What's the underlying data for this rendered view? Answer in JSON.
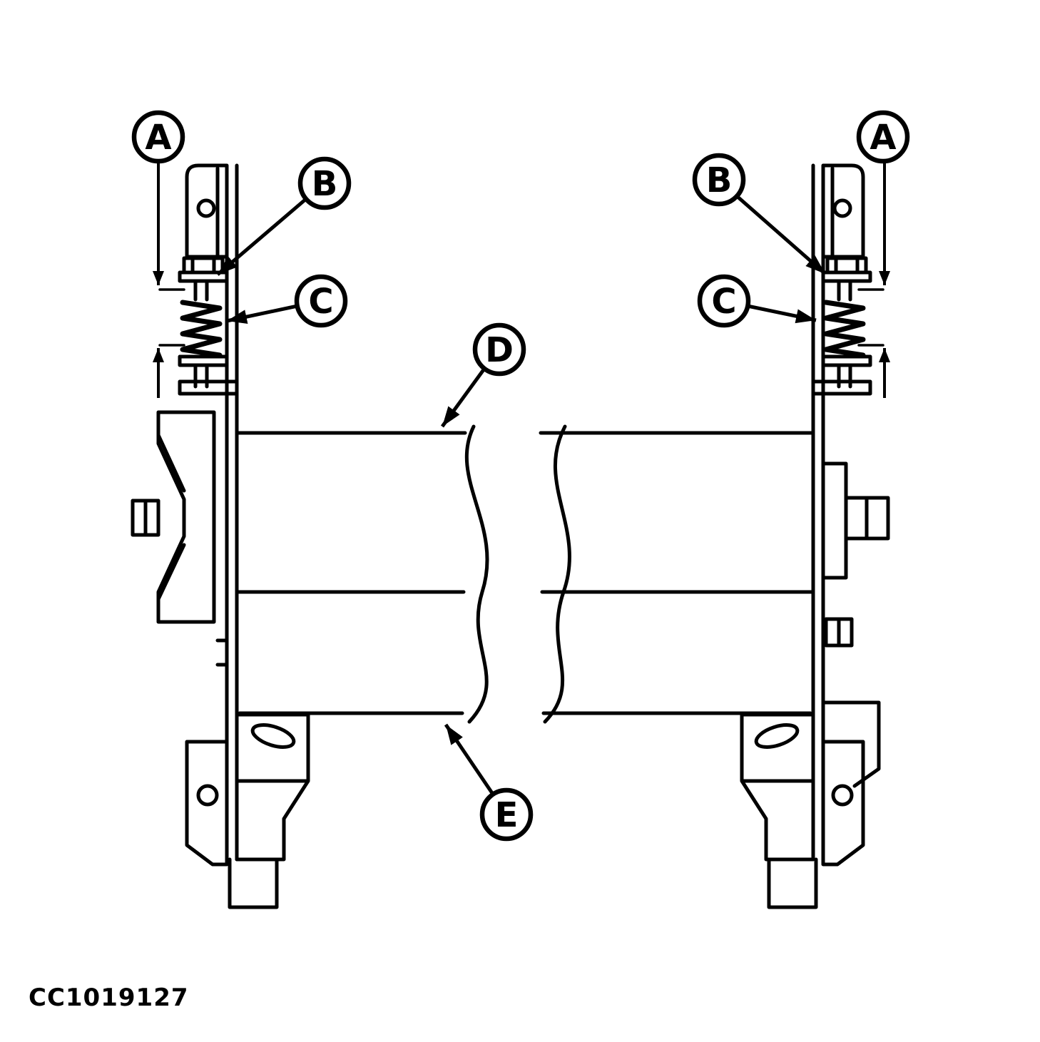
{
  "figure": {
    "type": "technical-line-diagram",
    "description": "Roller drum assembly with side mounting brackets, tension springs, pulley and shaft",
    "background_color": "#ffffff",
    "line_color": "#000000",
    "code": "CC1019127",
    "callouts": {
      "a_left": "A",
      "b_left": "B",
      "c_left": "C",
      "d": "D",
      "e": "E",
      "b_right": "B",
      "c_right": "C",
      "a_right": "A"
    }
  }
}
